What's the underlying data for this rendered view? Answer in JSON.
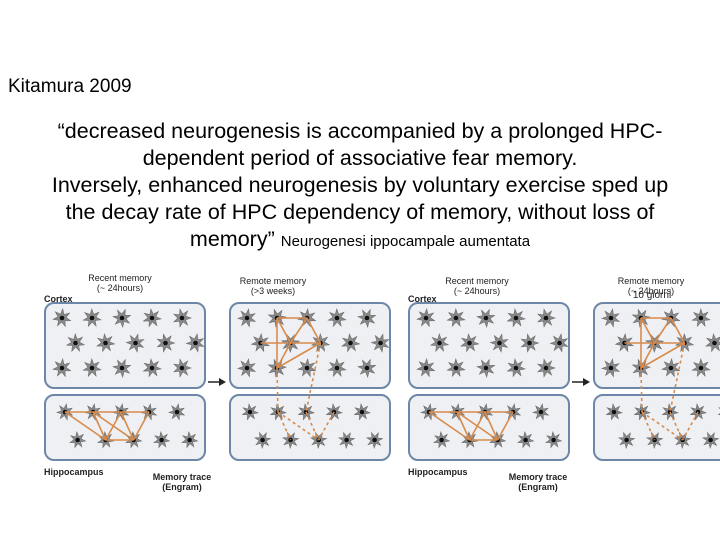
{
  "citation": "Kitamura 2009",
  "quote_lines": [
    "“decreased neurogenesis is accompanied by a prolonged HPC-",
    "dependent period of associative fear memory.",
    "Inversely, enhanced neurogenesis by voluntary exercise sped up",
    "the decay rate of HPC dependency of memory, without loss of",
    "memory”"
  ],
  "right_caption": "Neurogenesi ippocampale aumentata",
  "right_days": "10 giorni",
  "panels": {
    "recent_label": "Recent memory",
    "recent_time": "(~ 24hours)",
    "remote_label": "Remote memory",
    "remote_time": "(>3 weeks)",
    "remote_time_right": "(~ 24hours)",
    "cortex": "Cortex",
    "hippocampus": "Hippocampus",
    "trace": "Memory trace",
    "engram": "(Engram)"
  },
  "colors": {
    "box_border": "#6d87a8",
    "box_fill": "#eef0f3",
    "neuron": "#8a8a8a",
    "connection": "#d98b4c",
    "arrow": "#222222"
  }
}
